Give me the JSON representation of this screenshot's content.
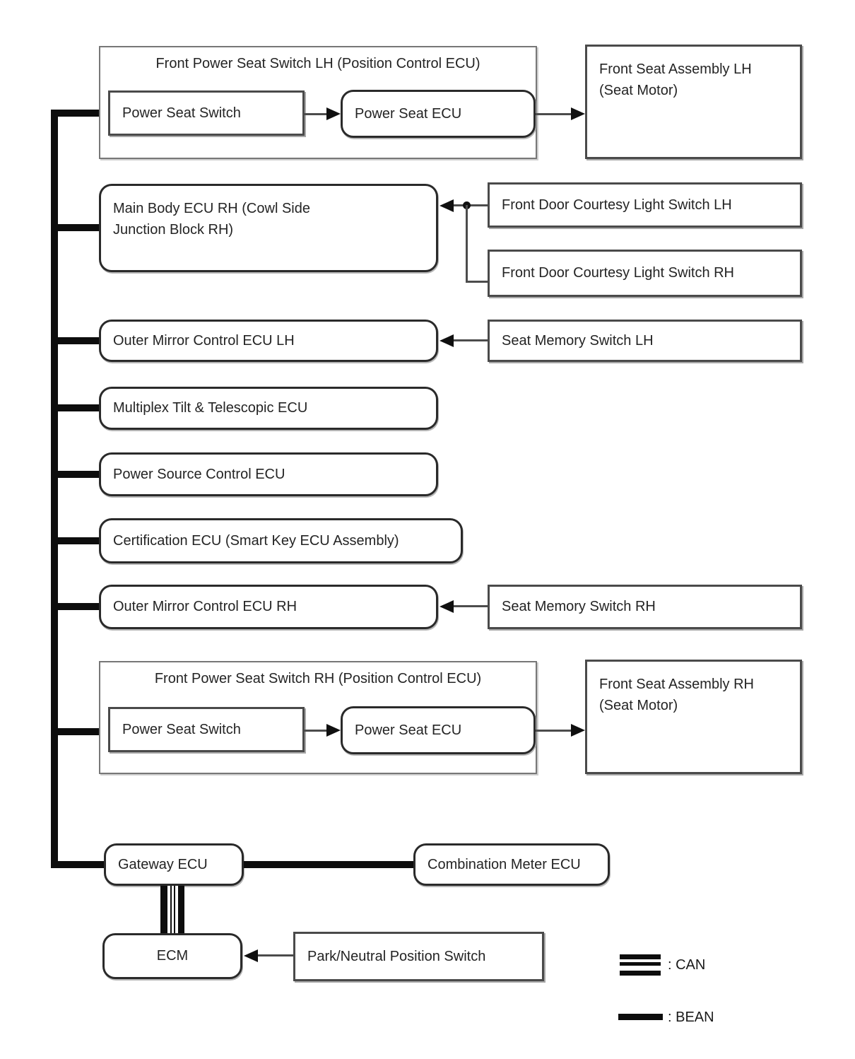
{
  "legend": {
    "can_label": ": CAN",
    "bean_label": ": BEAN"
  },
  "colors": {
    "line": "#0d0d0d",
    "background": "#ffffff"
  },
  "nodes": {
    "front_power_seat_switch_lh_title": "Front Power Seat Switch LH (Position Control ECU)",
    "power_seat_switch_lh": "Power Seat Switch",
    "power_seat_ecu_lh": "Power Seat ECU",
    "front_seat_assembly_lh": "Front Seat Assembly LH (Seat Motor)",
    "main_body_ecu_rh": "Main Body ECU RH (Cowl Side Junction Block RH)",
    "front_door_courtesy_light_switch_lh": "Front Door Courtesy Light Switch LH",
    "front_door_courtesy_light_switch_rh": "Front Door Courtesy Light Switch RH",
    "outer_mirror_control_ecu_lh": "Outer Mirror Control ECU LH",
    "seat_memory_switch_lh": "Seat Memory Switch LH",
    "multiplex_tilt_telescopic_ecu": "Multiplex Tilt & Telescopic ECU",
    "power_source_control_ecu": "Power Source Control ECU",
    "certification_ecu": "Certification ECU (Smart Key ECU Assembly)",
    "outer_mirror_control_ecu_rh": "Outer Mirror Control ECU RH",
    "seat_memory_switch_rh": "Seat Memory Switch RH",
    "front_power_seat_switch_rh_title": "Front Power Seat Switch RH (Position Control ECU)",
    "power_seat_switch_rh": "Power Seat Switch",
    "power_seat_ecu_rh": "Power Seat ECU",
    "front_seat_assembly_rh": "Front Seat Assembly RH (Seat Motor)",
    "gateway_ecu": "Gateway ECU",
    "combination_meter_ecu": "Combination Meter ECU",
    "ecm": "ECM",
    "park_neutral_position_switch": "Park/Neutral Position Switch"
  },
  "edges": [
    {
      "from": "power_seat_switch_lh",
      "to": "power_seat_ecu_lh",
      "type": "arrow"
    },
    {
      "from": "power_seat_ecu_lh",
      "to": "front_seat_assembly_lh",
      "type": "arrow"
    },
    {
      "from": "front_door_courtesy_light_switch_lh",
      "to": "main_body_ecu_rh",
      "type": "arrow"
    },
    {
      "from": "front_door_courtesy_light_switch_rh",
      "to": "main_body_ecu_rh",
      "type": "arrow"
    },
    {
      "from": "seat_memory_switch_lh",
      "to": "outer_mirror_control_ecu_lh",
      "type": "arrow"
    },
    {
      "from": "seat_memory_switch_rh",
      "to": "outer_mirror_control_ecu_rh",
      "type": "arrow"
    },
    {
      "from": "power_seat_switch_rh",
      "to": "power_seat_ecu_rh",
      "type": "arrow"
    },
    {
      "from": "power_seat_ecu_rh",
      "to": "front_seat_assembly_rh",
      "type": "arrow"
    },
    {
      "from": "park_neutral_position_switch",
      "to": "ecm",
      "type": "arrow"
    },
    {
      "from": "gateway_ecu",
      "to": "combination_meter_ecu",
      "type": "bean"
    },
    {
      "from": "gateway_ecu",
      "to": "ecm",
      "type": "can"
    }
  ],
  "bean_bus_members": [
    "front_power_seat_switch_lh",
    "main_body_ecu_rh",
    "outer_mirror_control_ecu_lh",
    "multiplex_tilt_telescopic_ecu",
    "power_source_control_ecu",
    "certification_ecu",
    "outer_mirror_control_ecu_rh",
    "front_power_seat_switch_rh",
    "gateway_ecu"
  ]
}
